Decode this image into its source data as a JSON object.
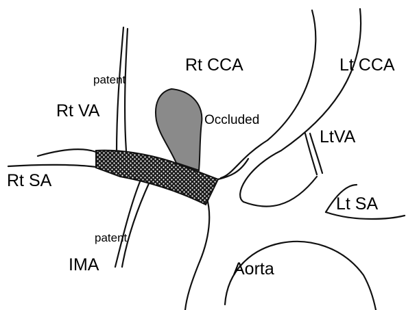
{
  "labels": {
    "rt_cca": "Rt CCA",
    "lt_cca": "Lt CCA",
    "patent_upper": "patent",
    "rt_va": "Rt VA",
    "occluded": "Occluded",
    "lt_va": "LtVA",
    "rt_sa": "Rt SA",
    "lt_sa": "Lt SA",
    "patent_lower": "patent",
    "ima": "IMA",
    "aorta": "Aorta"
  },
  "colors": {
    "vessel_outline": "#111111",
    "occlusion_fill": "#8a8a8a",
    "stent_fill": "#1a1a1a",
    "stent_dots": "#ffffff",
    "background": "#ffffff"
  }
}
